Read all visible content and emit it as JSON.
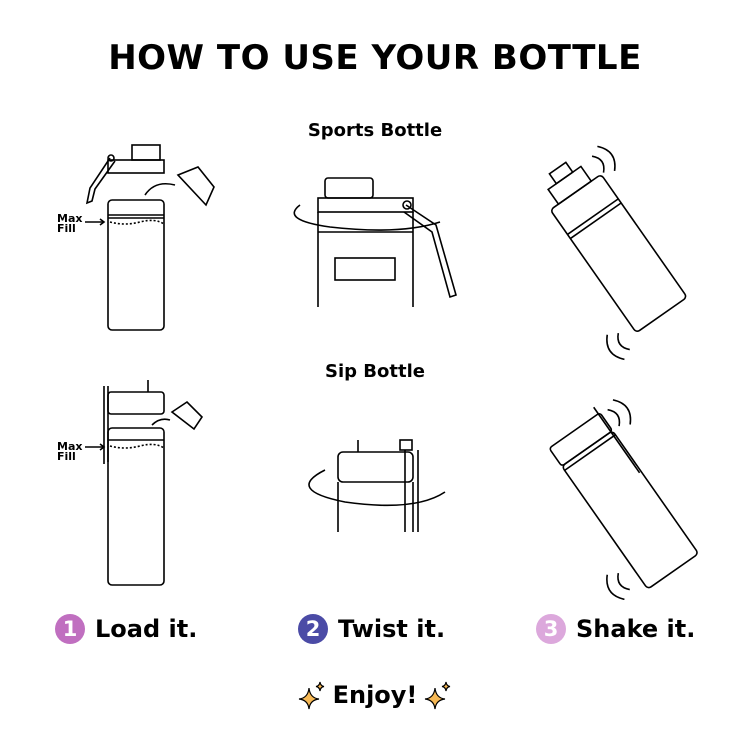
{
  "title": "HOW TO USE YOUR BOTTLE",
  "sections": {
    "sports": "Sports Bottle",
    "sip": "Sip Bottle"
  },
  "max_fill_label": {
    "line1": "Max",
    "line2": "Fill"
  },
  "steps": [
    {
      "number": "1",
      "label": "Load it.",
      "color": "#c06fc0"
    },
    {
      "number": "2",
      "label": "Twist it.",
      "color": "#4b4ba6"
    },
    {
      "number": "3",
      "label": "Shake it.",
      "color": "#dca8dc"
    }
  ],
  "footer": {
    "text": "Enjoy!",
    "sparkle_color": "#f7b955"
  }
}
